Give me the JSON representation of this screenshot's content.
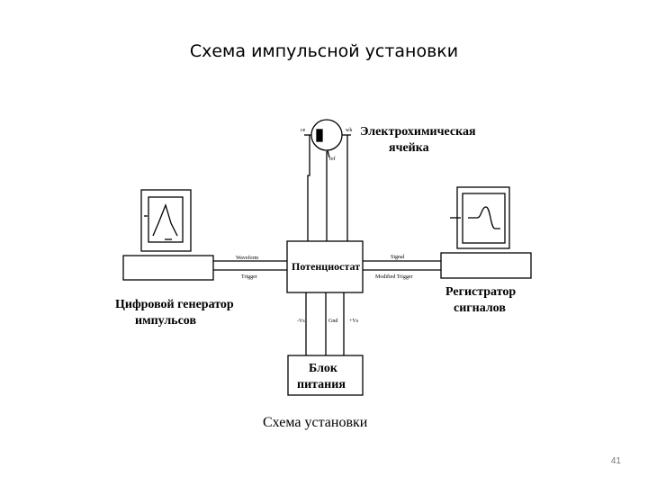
{
  "slide": {
    "title": "Схема импульсной установки",
    "page_number": "41"
  },
  "diagram": {
    "cell_label_line1": "Электрохимическая",
    "cell_label_line2": "ячейка",
    "cell_terminal_left": "ce",
    "cell_terminal_right": "wk",
    "cell_terminal_bottom": "ref",
    "potentiostat_label": "Потенциостат",
    "generator_label_line1": "Цифровой генератор",
    "generator_label_line2": "импульсов",
    "recorder_label_line1": "Регистратор",
    "recorder_label_line2": "сигналов",
    "power_label_line1": "Блок",
    "power_label_line2": "питания",
    "wire_waveform": "Waveform",
    "wire_trigger": "Trigger",
    "wire_signal": "Signal",
    "wire_modified_trigger": "Modified Trigger",
    "power_wire_left": "-Vs",
    "power_wire_mid": "Gnd",
    "power_wire_right": "+Vs",
    "caption": "Схема установки"
  }
}
